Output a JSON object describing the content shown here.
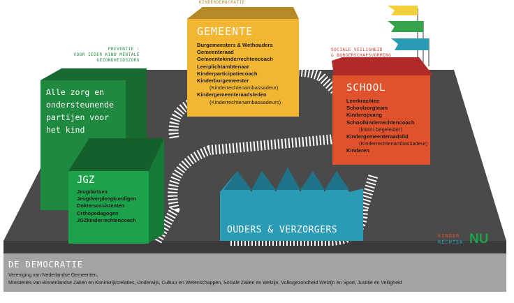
{
  "gemeente": {
    "caption": "KINDERDEMOCRATIE",
    "title": "GEMEENTE",
    "items": [
      {
        "label": "Burgemeesters & Wethouders",
        "sub": false
      },
      {
        "label": "Gemeenteraad",
        "sub": false
      },
      {
        "label": "Gemeentekinderrechtencoach",
        "sub": false
      },
      {
        "label": "Leerplichtambtenaar",
        "sub": false
      },
      {
        "label": "Kinderparticipatiecoach",
        "sub": false
      },
      {
        "label": "Kinderburgemeester",
        "sub": false
      },
      {
        "label": "(Kinderrechtenambassadeur)",
        "sub": true
      },
      {
        "label": "Kindergemeenteraadsleden",
        "sub": false
      },
      {
        "label": "(Kinderrechtenambassadeurs)",
        "sub": true
      }
    ],
    "color": "#f2b632"
  },
  "school": {
    "caption_line1": "SOCIALE VEILIGHEID",
    "caption_line2": "& BURGERSCHAPSVORMING",
    "title": "SCHOOL",
    "items": [
      {
        "label": "Leerkrachten",
        "sub": false
      },
      {
        "label": "Schoolzorgteam",
        "sub": false
      },
      {
        "label": "Kinderopvang",
        "sub": false
      },
      {
        "label": "Schoolkinderrechtencoach",
        "sub": false
      },
      {
        "label": "(Intern begeleider)",
        "sub": true
      },
      {
        "label": "Kindergemeenteraadslid",
        "sub": false
      },
      {
        "label": "(Kinderrechtenambassadeur)",
        "sub": true
      },
      {
        "label": "Kinderen",
        "sub": false
      }
    ],
    "color": "#e0522b"
  },
  "zorg": {
    "caption_line1": "PREVENTIE :",
    "caption_line2": "VOOR IEDER KIND MENTALE",
    "caption_line3": "GEZONDHEIDSZORG",
    "title": "Alle zorg en ondersteunende partijen voor het kind",
    "color": "#1f8a3f"
  },
  "jgz": {
    "title": "JGZ",
    "items": [
      "Jeugdartsen",
      "Jeugdverpleegkundigen",
      "Doktersassistenten",
      "Orthopedagogen",
      "JGZkinderrechtencoach"
    ],
    "color": "#1ca24a"
  },
  "ouders": {
    "title": "OUDERS & VERZORGERS",
    "color": "#2a9bb5"
  },
  "logo": {
    "line1": "KINDER",
    "line2": "RECHTEN",
    "mark": "NU"
  },
  "footer": {
    "title": "DE DEMOCRATIE",
    "line1": "Vereniging van Nederlandse Gemeenten,",
    "line2": "Ministeries van Binnenlandse Zaken en Koninkrijksrelaties, Onderwijs, Cultuur en Wetenschappen, Sociale Zaken en Welzijn, Volksgezondheid Welzijn en Sport, Justitie en Veiligheid"
  }
}
